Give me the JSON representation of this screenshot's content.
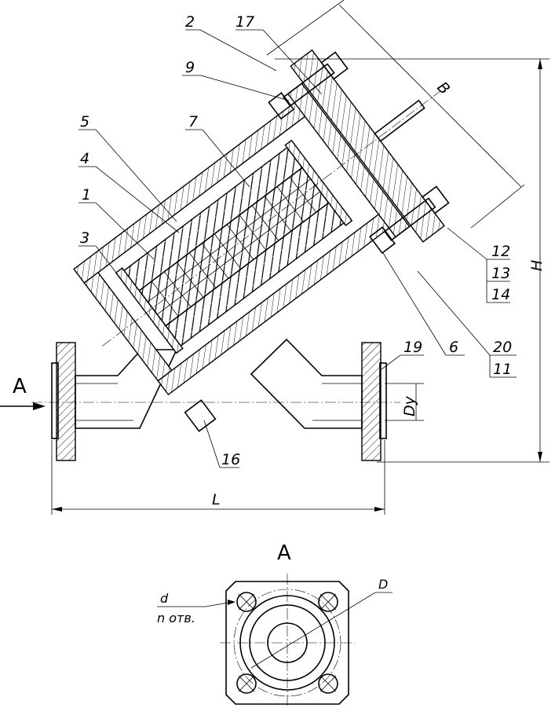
{
  "callouts": {
    "n1": "1",
    "n2": "2",
    "n3": "3",
    "n4": "4",
    "n5": "5",
    "n6": "6",
    "n7": "7",
    "n9": "9",
    "n11": "11",
    "n12": "12",
    "n13": "13",
    "n14": "14",
    "n16": "16",
    "n17": "17",
    "n19": "19",
    "n20": "20"
  },
  "dimensions": {
    "width_b": "B",
    "height": "H",
    "length": "L",
    "nominal_diameter": "Dy",
    "bolt_circle": "D",
    "hole_diameter": "d",
    "holes_count": "n отв."
  },
  "views": {
    "view_arrow": "A",
    "view_title": "A"
  }
}
